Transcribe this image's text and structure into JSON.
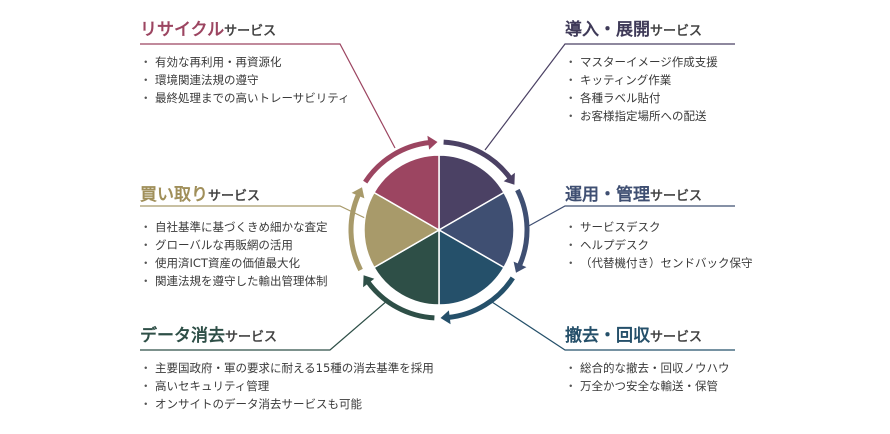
{
  "colors": {
    "recycle": "#9c4561",
    "deploy": "#4b4164",
    "operate": "#3f4f72",
    "collect": "#25506a",
    "erase": "#2e4f47",
    "buy": "#a89a6a"
  },
  "services": [
    {
      "id": "recycle",
      "title": "リサイクル",
      "subtitle": "サービス",
      "items": [
        "有効な再利用・再資源化",
        "環境関連法規の遵守",
        "最終処理までの高いトレーサビリティ"
      ]
    },
    {
      "id": "deploy",
      "title": "導入・展開",
      "subtitle": "サービス",
      "items": [
        "マスターイメージ作成支援",
        "キッティング作業",
        "各種ラベル貼付",
        "お客様指定場所への配送"
      ]
    },
    {
      "id": "buy",
      "title": "買い取り",
      "subtitle": "サービス",
      "items": [
        "自社基準に基づくきめ細かな査定",
        "グローバルな再販網の活用",
        "使用済ICT資産の価値最大化",
        "関連法規を遵守した輸出管理体制"
      ]
    },
    {
      "id": "operate",
      "title": "運用・管理",
      "subtitle": "サービス",
      "items": [
        "サービスデスク",
        "ヘルプデスク",
        "（代替機付き）センドバック保守"
      ]
    },
    {
      "id": "erase",
      "title": "データ消去",
      "subtitle": "サービス",
      "items": [
        "主要国政府・軍の要求に耐える15種の消去基準を採用",
        "高いセキュリティ管理",
        "オンサイトのデータ消去サービスも可能"
      ]
    },
    {
      "id": "collect",
      "title": "撤去・回収",
      "subtitle": "サービス",
      "items": [
        "総合的な撤去・回収ノウハウ",
        "万全かつ安全な輸送・保管"
      ]
    }
  ]
}
